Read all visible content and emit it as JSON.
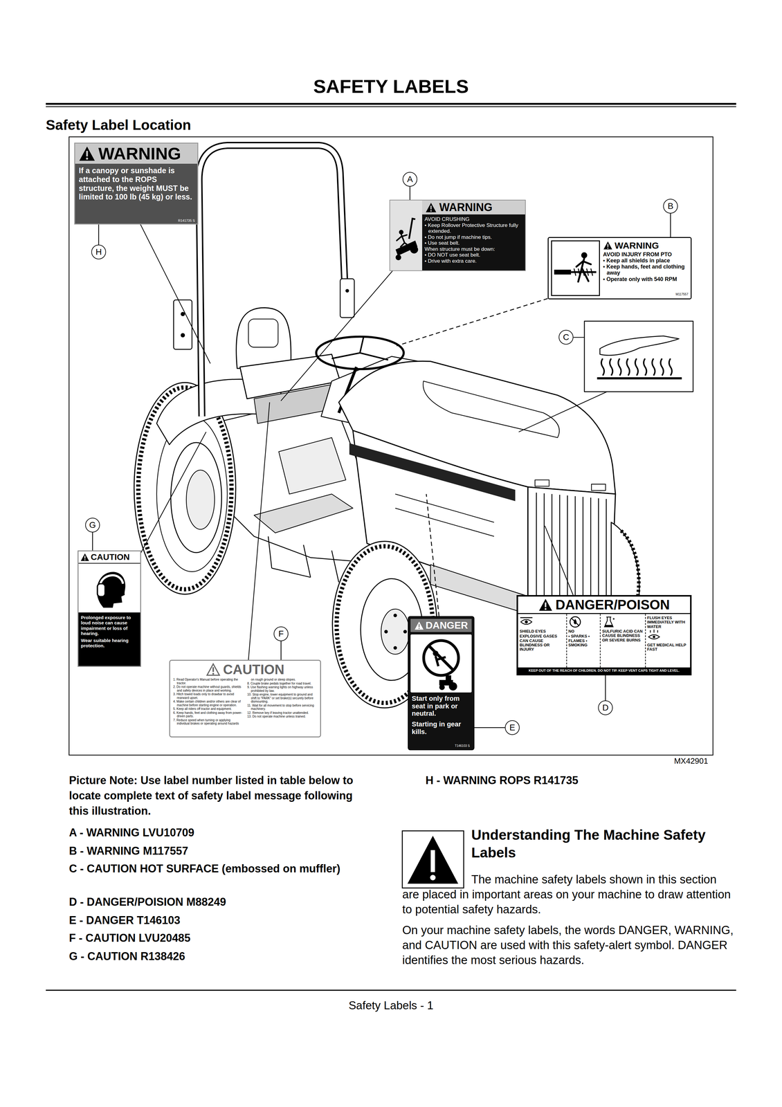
{
  "diagram": {
    "title": "SAFETY LABELS",
    "nodes": [
      {
        "text": [
          "WARNING",
          "If a canopy or sunshade is attached to the ROPS structure, the weight MUST be limited to 100 lb (45 kg) or less.",
          "R141735 S"
        ]
      },
      {
        "text": [
          "A"
        ]
      },
      {
        "text": [
          "WARNING",
          "AVOID CRUSHING",
          "• Keep Rollover Protective Structure fully extended.",
          "• Do not jump if machine tips.",
          "• Use seat belt.",
          "When structure must be down:",
          "• DO NOT use seat belt.",
          "• Drive with extra care."
        ]
      },
      {
        "text": [
          "B"
        ]
      },
      {
        "text": [
          "H"
        ]
      },
      {
        "text": [
          "WARNING",
          "AVOID INJURY FROM PTO",
          "• Keep all shields in place",
          "• Keep hands, feet and clothing away",
          "• Operate only with 540 RPM",
          "M117557"
        ]
      },
      {
        "text": [
          "C"
        ]
      },
      {
        "text": [
          "G"
        ]
      },
      {
        "text": [
          "CAUTION",
          "Prolonged exposure to loud noise can cause impairment or loss of hearing.",
          "Wear suitable hearing protection."
        ]
      },
      {
        "text": [
          "DANGER/POISON",
          "SHIELD EYES",
          "EXPLOSIVE GASES CAN CAUSE BLINDNESS OR INJURY",
          "NO",
          "• SPARKS • FLAMES • SMOKING",
          "SULFURIC ACID CAN CAUSE BLINDNESS OR SEVERE BURNS",
          "FLUSH EYES IMMEDIATELY WITH WATER",
          "GET MEDICAL HELP FAST",
          "KEEP OUT OF THE REACH OF CHILDREN. DO NOT TIP. KEEP VENT CAPS TIGHT AND LEVEL."
        ]
      },
      {
        "text": [
          "F"
        ]
      },
      {
        "text": [
          "CAUTION",
          "1. Read Operator's Manual before operating the tractor.",
          "2. Do not operate machine without guards, shields and safety devices in place and working.",
          "3. Hitch towed loads only to drawbar to avoid rearward upset.",
          "4. Make certain children and/or others are clear of machine before starting engine or operation.",
          "5. Keep all riders off tractor and equipment.",
          "6. Keep hands, feet and clothing away from power-driven parts.",
          "7. Reduce speed when turning or applying individual brakes or operating around hazards on rough ground or steep slopes.",
          "8. Couple brake pedals together for road travel.",
          "9. Use flashing warning lights on highway unless prohibited by law.",
          "10. Stop engine, lower equipment to ground and shift to \"PARK\" or set brake(s) securely before dismounting.",
          "11. Wait for all movement to stop before servicing machinery.",
          "12. Remove key if leaving tractor unattended.",
          "13. Do not operate machine unless trained."
        ]
      },
      {
        "text": [
          "DANGER",
          "Start only from seat in park or neutral.",
          "Starting in gear kills.",
          "T146103 S"
        ]
      },
      {
        "text": [
          "D"
        ]
      },
      {
        "text": [
          "E"
        ]
      }
    ],
    "edges": [
      {
        "from": 1,
        "to": 2,
        "arrow": "none"
      },
      {
        "from": 3,
        "to": 5,
        "arrow": "none"
      },
      {
        "from": 4,
        "to": 0,
        "arrow": "none"
      },
      {
        "from": 7,
        "to": 8,
        "arrow": "none"
      },
      {
        "from": 10,
        "to": 11,
        "arrow": "none"
      },
      {
        "from": 14,
        "to": 12,
        "arrow": "none"
      },
      {
        "from": 13,
        "to": 9,
        "arrow": "none"
      }
    ],
    "labels": [
      "Safety Label Location",
      "MX42901",
      "Picture Note: Use label number listed in table below to locate complete text of safety label message following this illustration.",
      "A - WARNING LVU10709",
      "B - WARNING M117557",
      "C - CAUTION HOT SURFACE (embossed on muffler)",
      "D - DANGER/POISION M88249",
      "E - DANGER T146103",
      "F - CAUTION LVU20485",
      "G - CAUTION R138426",
      "H - WARNING ROPS R141735",
      "Understanding The Machine Safety Labels",
      "The machine safety labels shown in this section are placed in important areas on your machine to draw attention to potential safety hazards.",
      "On your machine safety labels, the words DANGER, WARNING, and CAUTION are used with this safety-alert symbol. DANGER identifies the most serious hazards.",
      "Safety Labels - 1"
    ]
  }
}
